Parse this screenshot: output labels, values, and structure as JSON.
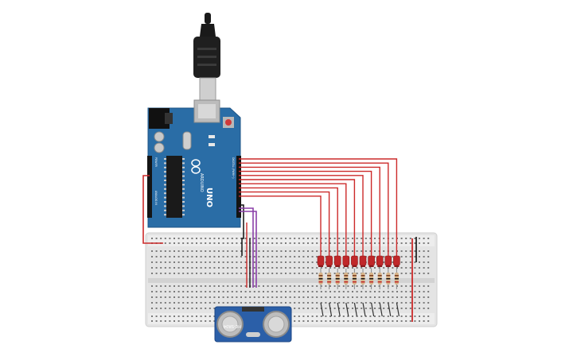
{
  "arduino": {
    "model_label": "UNO",
    "brand_label": "ARDUINO",
    "header_digital_label": "DIGITAL (PWM~)",
    "header_power_label": "POWER",
    "header_analog_label": "ANALOG IN"
  },
  "sensor": {
    "model_label": "HC-SR04"
  },
  "leds": {
    "count": 10,
    "color": "#c0282a"
  },
  "colors": {
    "board_blue": "#2a6da6",
    "wire_red": "#cc2a2a",
    "wire_purple": "#8a3fa8",
    "breadboard": "#e6e6e6",
    "sensor_blue": "#2b5fa8"
  }
}
